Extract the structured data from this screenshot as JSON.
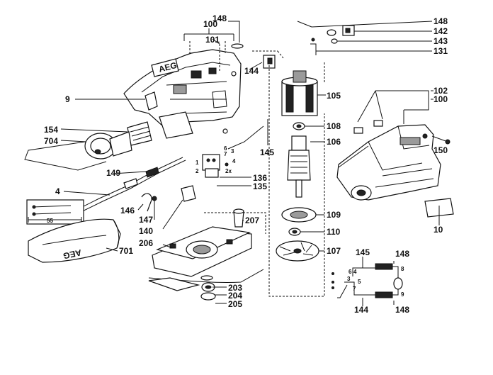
{
  "labels": {
    "l100a": "100",
    "l101": "101",
    "l148a": "148",
    "l9": "9",
    "l144a": "144",
    "l154": "154",
    "l704": "704",
    "l149": "149",
    "l4": "4",
    "l55": "55",
    "l146": "146",
    "l147": "147",
    "l140": "140",
    "l701": "701",
    "l206": "206",
    "l207": "207",
    "l203": "203",
    "l204": "204",
    "l205": "205",
    "l136": "136",
    "l135": "135",
    "l145a": "145",
    "l148b": "148",
    "l142": "142",
    "l143": "143",
    "l131": "131",
    "l105": "105",
    "l108": "108",
    "l106": "106",
    "l109": "109",
    "l110": "110",
    "l107": "107",
    "l102": "102",
    "l100b": "100",
    "l150": "150",
    "l10": "10",
    "l145b": "145",
    "l148c": "148",
    "l148d": "148",
    "l144b": "144"
  },
  "markings": {
    "brand_handle": "AEG",
    "brand_bag": "AEG"
  },
  "wiring": {
    "w6a": "6",
    "w7a": "7",
    "w3a": "3",
    "w4a": "4",
    "w1a": "1",
    "w2a": "2",
    "w2x": "2x",
    "w6b": "6",
    "w4b": "4",
    "w5b": "5",
    "w3b": "3",
    "w7b": "7",
    "w8": "8",
    "w9": "9"
  }
}
